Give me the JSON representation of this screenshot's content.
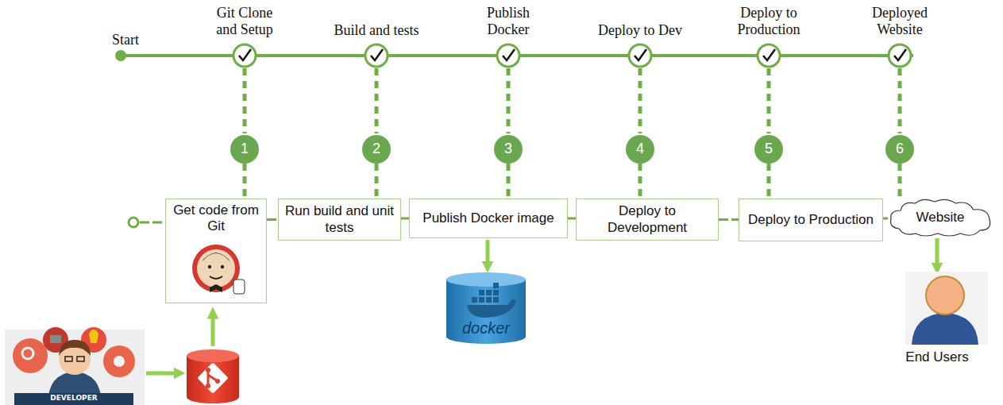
{
  "diagram": {
    "nodes": [
      {
        "text": [
          "1"
        ]
      },
      {
        "text": [
          "2"
        ]
      },
      {
        "text": [
          "3"
        ]
      },
      {
        "text": [
          "4"
        ]
      },
      {
        "text": [
          "5"
        ]
      },
      {
        "text": [
          "6"
        ]
      },
      {
        "text": [
          "Get code from Git"
        ]
      },
      {
        "text": [
          "Run build and unit tests"
        ]
      },
      {
        "text": [
          "Publish Docker image"
        ]
      },
      {
        "text": [
          "Deploy to Development"
        ]
      },
      {
        "text": [
          "Deploy to Production"
        ]
      },
      {
        "text": [
          "Website"
        ]
      }
    ],
    "edges": [
      {
        "from": 0,
        "to": 6,
        "arrow": "none"
      },
      {
        "from": 1,
        "to": 7,
        "arrow": "none"
      },
      {
        "from": 2,
        "to": 8,
        "arrow": "none"
      },
      {
        "from": 3,
        "to": 9,
        "arrow": "none"
      },
      {
        "from": 4,
        "to": 10,
        "arrow": "none"
      },
      {
        "from": 5,
        "to": 11,
        "arrow": "none"
      },
      {
        "from": 6,
        "to": 7,
        "arrow": "none"
      },
      {
        "from": 7,
        "to": 8,
        "arrow": "none"
      },
      {
        "from": 8,
        "to": 9,
        "arrow": "none"
      },
      {
        "from": 9,
        "to": 10,
        "arrow": "none"
      },
      {
        "from": 10,
        "to": 11,
        "arrow": "none"
      }
    ],
    "labels": [
      "Start",
      "Git Clone and Setup",
      "Build and tests",
      "Publish Docker",
      "Deploy to Dev",
      "Deploy to Production",
      "Deployed Website",
      "DEVELOPER",
      "docker",
      "End Users"
    ]
  }
}
